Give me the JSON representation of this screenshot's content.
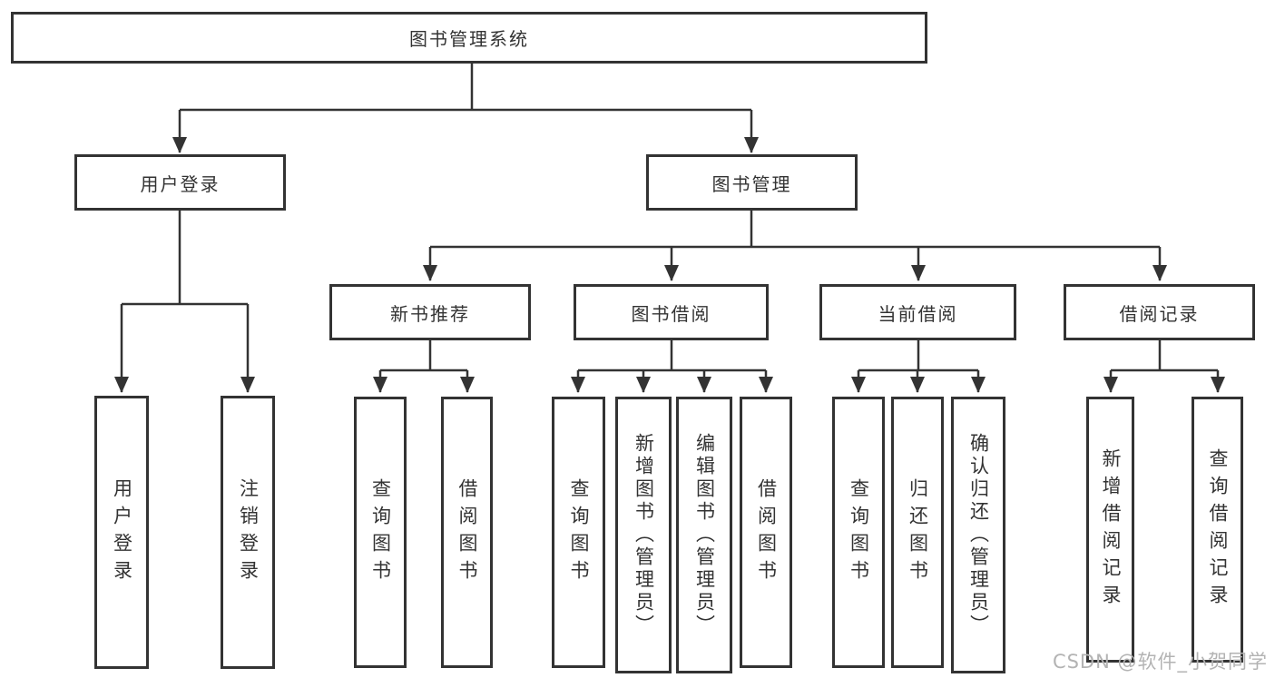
{
  "diagram": {
    "title": "图书管理系统",
    "type": "hierarchy-tree",
    "watermark": "CSDN @软件_小贺同学",
    "colors": {
      "line": "#333333",
      "text": "#333333",
      "background": "#ffffff",
      "watermark": "#b3b3b3"
    }
  },
  "nodes": {
    "root": {
      "label": "图书管理系统"
    },
    "user_login": {
      "label": "用户登录"
    },
    "book_mgmt": {
      "label": "图书管理"
    },
    "new_book_rec": {
      "label": "新书推荐"
    },
    "book_borrow": {
      "label": "图书借阅"
    },
    "current_borrow": {
      "label": "当前借阅"
    },
    "borrow_records": {
      "label": "借阅记录"
    },
    "leaf_user_login": {
      "label": "用户登录"
    },
    "leaf_logout": {
      "label": "注销登录"
    },
    "leaf_rec_query": {
      "label": "查询图书"
    },
    "leaf_rec_borrow": {
      "label": "借阅图书"
    },
    "leaf_bb_query": {
      "label": "查询图书"
    },
    "leaf_bb_add": {
      "label": "新增图书（管理员）"
    },
    "leaf_bb_edit": {
      "label": "编辑图书（管理员）"
    },
    "leaf_bb_borrow": {
      "label": "借阅图书"
    },
    "leaf_cb_query": {
      "label": "查询图书"
    },
    "leaf_cb_return": {
      "label": "归还图书"
    },
    "leaf_cb_confirm": {
      "label": "确认归还（管理员）"
    },
    "leaf_br_add": {
      "label": "新增借阅记录"
    },
    "leaf_br_query": {
      "label": "查询借阅记录"
    }
  },
  "hierarchy": {
    "图书管理系统": {
      "用户登录": [
        "用户登录",
        "注销登录"
      ],
      "图书管理": {
        "新书推荐": [
          "查询图书",
          "借阅图书"
        ],
        "图书借阅": [
          "查询图书",
          "新增图书（管理员）",
          "编辑图书（管理员）",
          "借阅图书"
        ],
        "当前借阅": [
          "查询图书",
          "归还图书",
          "确认归还（管理员）"
        ],
        "借阅记录": [
          "新增借阅记录",
          "查询借阅记录"
        ]
      }
    }
  }
}
